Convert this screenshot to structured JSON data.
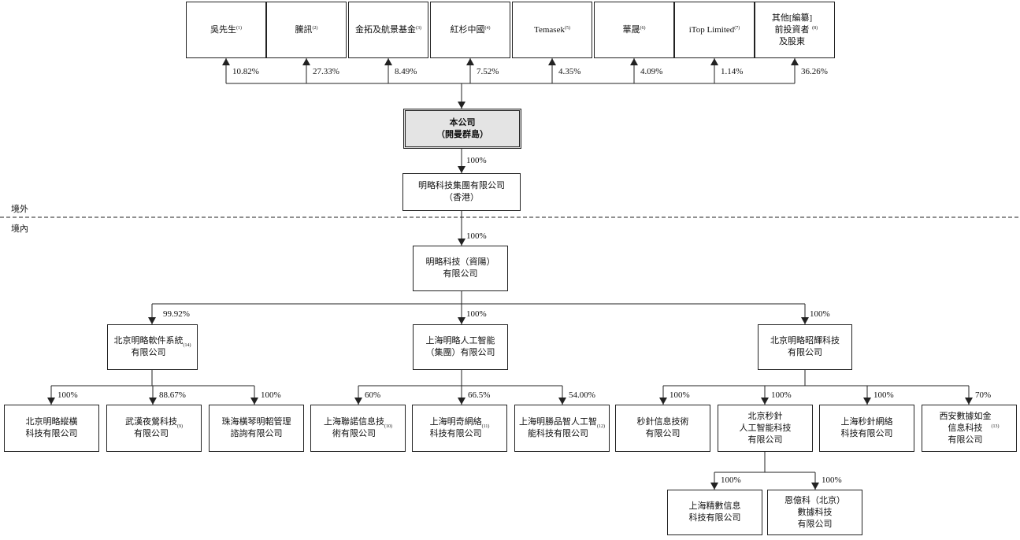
{
  "shareholders": [
    {
      "name": "吳先生",
      "note": "(1)",
      "pct": "10.82%"
    },
    {
      "name": "騰訊",
      "note": "(2)",
      "pct": "27.33%"
    },
    {
      "name": "金拓及航景基金",
      "note": "(3)",
      "pct": "8.49%"
    },
    {
      "name": "紅杉中國",
      "note": "(4)",
      "pct": "7.52%"
    },
    {
      "name": "Temasek",
      "note": "(5)",
      "pct": "4.35%"
    },
    {
      "name": "華晟",
      "note": "(6)",
      "pct": "4.09%"
    },
    {
      "name": "iTop Limited",
      "note": "(7)",
      "pct": "1.14%"
    },
    {
      "name": "其他[編纂]\n前投資者\n及股東",
      "note": "(8)",
      "pct": "36.26%"
    }
  ],
  "company": {
    "name": "本公司\n（開曼群島）"
  },
  "hk": {
    "name": "明略科技集團有限公司\n（香港）",
    "pct": "100%"
  },
  "regions": {
    "offshore": "境外",
    "onshore": "境內"
  },
  "ziyang": {
    "name": "明略科技（資陽）\n有限公司",
    "pct": "100%"
  },
  "level2": [
    {
      "name": "北京明略軟件系統\n有限公司",
      "note": "(14)",
      "pct": "99.92%"
    },
    {
      "name": "上海明略人工智能\n（集團）有限公司",
      "note": "",
      "pct": "100%"
    },
    {
      "name": "北京明略昭輝科技\n有限公司",
      "note": "",
      "pct": "100%"
    }
  ],
  "level3": [
    {
      "name": "北京明略縱橫\n科技有限公司",
      "note": "",
      "pct": "100%"
    },
    {
      "name": "武漢夜鶯科技\n有限公司",
      "note": "(9)",
      "pct": "88.67%"
    },
    {
      "name": "珠海橫琴明軺管理\n諮詢有限公司",
      "note": "",
      "pct": "100%"
    },
    {
      "name": "上海聯諾信息技\n術有限公司",
      "note": "(10)",
      "pct": "60%"
    },
    {
      "name": "上海明奇網絡\n科技有限公司",
      "note": "(11)",
      "pct": "66.5%"
    },
    {
      "name": "上海明勝品智人工智\n能科技有限公司",
      "note": "(12)",
      "pct": "54.00%"
    },
    {
      "name": "秒針信息技術\n有限公司",
      "note": "",
      "pct": "100%"
    },
    {
      "name": "北京秒針\n人工智能科技\n有限公司",
      "note": "",
      "pct": "100%"
    },
    {
      "name": "上海秒針網絡\n科技有限公司",
      "note": "",
      "pct": "100%"
    },
    {
      "name": "西安數據如金\n信息科技\n有限公司",
      "note": "(13)",
      "pct": "70%"
    }
  ],
  "level4": [
    {
      "name": "上海精數信息\n科技有限公司",
      "note": "",
      "pct": "100%"
    },
    {
      "name": "恩億科（北京）\n數據科技\n有限公司",
      "note": "",
      "pct": "100%"
    }
  ]
}
